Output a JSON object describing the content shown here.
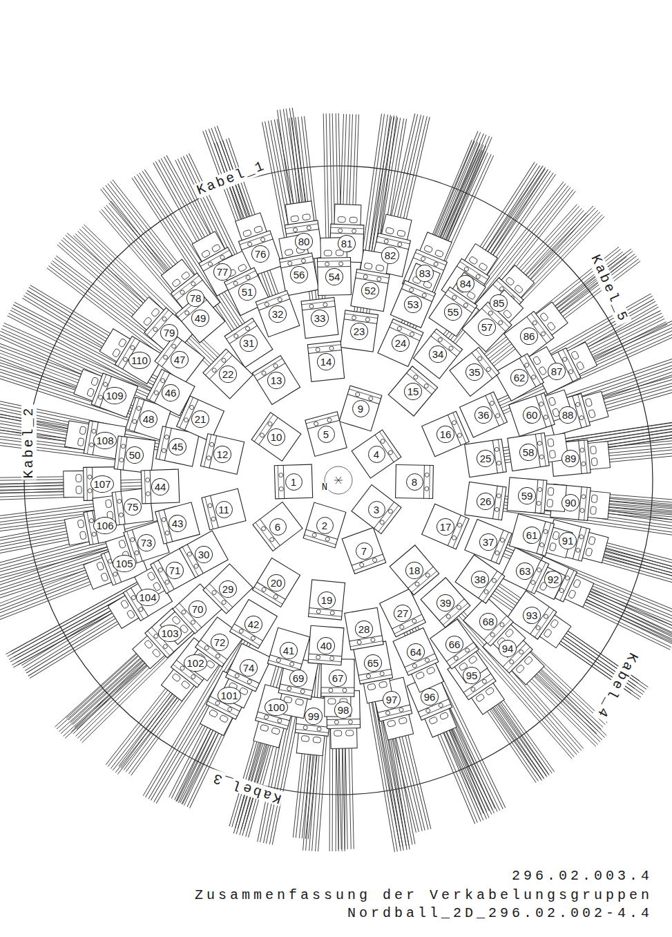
{
  "diagram": {
    "nodes": [
      {
        "text": [
          "1"
        ]
      },
      {
        "text": [
          "2"
        ]
      },
      {
        "text": [
          "3"
        ]
      },
      {
        "text": [
          "4"
        ]
      },
      {
        "text": [
          "5"
        ]
      },
      {
        "text": [
          "6"
        ]
      },
      {
        "text": [
          "7"
        ]
      },
      {
        "text": [
          "8"
        ]
      },
      {
        "text": [
          "9"
        ]
      },
      {
        "text": [
          "10"
        ]
      },
      {
        "text": [
          "11"
        ]
      },
      {
        "text": [
          "12"
        ]
      },
      {
        "text": [
          "13"
        ]
      },
      {
        "text": [
          "14"
        ]
      },
      {
        "text": [
          "15"
        ]
      },
      {
        "text": [
          "16"
        ]
      },
      {
        "text": [
          "17"
        ]
      },
      {
        "text": [
          "18"
        ]
      },
      {
        "text": [
          "19"
        ]
      },
      {
        "text": [
          "20"
        ]
      },
      {
        "text": [
          "21"
        ]
      },
      {
        "text": [
          "22"
        ]
      },
      {
        "text": [
          "23"
        ]
      },
      {
        "text": [
          "24"
        ]
      },
      {
        "text": [
          "25"
        ]
      },
      {
        "text": [
          "26"
        ]
      },
      {
        "text": [
          "27"
        ]
      },
      {
        "text": [
          "28"
        ]
      },
      {
        "text": [
          "29"
        ]
      },
      {
        "text": [
          "30"
        ]
      },
      {
        "text": [
          "31"
        ]
      },
      {
        "text": [
          "32"
        ]
      },
      {
        "text": [
          "33"
        ]
      },
      {
        "text": [
          "34"
        ]
      },
      {
        "text": [
          "35"
        ]
      },
      {
        "text": [
          "36"
        ]
      },
      {
        "text": [
          "37"
        ]
      },
      {
        "text": [
          "38"
        ]
      },
      {
        "text": [
          "39"
        ]
      },
      {
        "text": [
          "40"
        ]
      },
      {
        "text": [
          "41"
        ]
      },
      {
        "text": [
          "42"
        ]
      },
      {
        "text": [
          "43"
        ]
      },
      {
        "text": [
          "44"
        ]
      },
      {
        "text": [
          "45"
        ]
      },
      {
        "text": [
          "46"
        ]
      },
      {
        "text": [
          "47"
        ]
      },
      {
        "text": [
          "48"
        ]
      },
      {
        "text": [
          "49"
        ]
      },
      {
        "text": [
          "50"
        ]
      },
      {
        "text": [
          "51"
        ]
      },
      {
        "text": [
          "52"
        ]
      },
      {
        "text": [
          "53"
        ]
      },
      {
        "text": [
          "54"
        ]
      },
      {
        "text": [
          "55"
        ]
      },
      {
        "text": [
          "56"
        ]
      },
      {
        "text": [
          "57"
        ]
      },
      {
        "text": [
          "58"
        ]
      },
      {
        "text": [
          "59"
        ]
      },
      {
        "text": [
          "60"
        ]
      },
      {
        "text": [
          "61"
        ]
      },
      {
        "text": [
          "62"
        ]
      },
      {
        "text": [
          "63"
        ]
      },
      {
        "text": [
          "64"
        ]
      },
      {
        "text": [
          "65"
        ]
      },
      {
        "text": [
          "66"
        ]
      },
      {
        "text": [
          "67"
        ]
      },
      {
        "text": [
          "68"
        ]
      },
      {
        "text": [
          "69"
        ]
      },
      {
        "text": [
          "70"
        ]
      },
      {
        "text": [
          "71"
        ]
      },
      {
        "text": [
          "72"
        ]
      },
      {
        "text": [
          "73"
        ]
      },
      {
        "text": [
          "74"
        ]
      },
      {
        "text": [
          "75"
        ]
      },
      {
        "text": [
          "76"
        ]
      },
      {
        "text": [
          "77"
        ]
      },
      {
        "text": [
          "78"
        ]
      },
      {
        "text": [
          "79"
        ]
      },
      {
        "text": [
          "80"
        ]
      },
      {
        "text": [
          "81"
        ]
      },
      {
        "text": [
          "82"
        ]
      },
      {
        "text": [
          "83"
        ]
      },
      {
        "text": [
          "84"
        ]
      },
      {
        "text": [
          "85"
        ]
      },
      {
        "text": [
          "86"
        ]
      },
      {
        "text": [
          "87"
        ]
      },
      {
        "text": [
          "88"
        ]
      },
      {
        "text": [
          "89"
        ]
      },
      {
        "text": [
          "90"
        ]
      },
      {
        "text": [
          "91"
        ]
      },
      {
        "text": [
          "92"
        ]
      },
      {
        "text": [
          "93"
        ]
      },
      {
        "text": [
          "94"
        ]
      },
      {
        "text": [
          "95"
        ]
      },
      {
        "text": [
          "96"
        ]
      },
      {
        "text": [
          "97"
        ]
      },
      {
        "text": [
          "98"
        ]
      },
      {
        "text": [
          "99"
        ]
      },
      {
        "text": [
          "100"
        ]
      },
      {
        "text": [
          "101"
        ]
      },
      {
        "text": [
          "102"
        ]
      },
      {
        "text": [
          "103"
        ]
      },
      {
        "text": [
          "104"
        ]
      },
      {
        "text": [
          "105"
        ]
      },
      {
        "text": [
          "106"
        ]
      },
      {
        "text": [
          "107"
        ]
      },
      {
        "text": [
          "108"
        ]
      },
      {
        "text": [
          "109"
        ]
      },
      {
        "text": [
          "110"
        ]
      }
    ],
    "labels": [
      "Kabel_1",
      "Kabel_5",
      "Kabel_2",
      "Kabel_3",
      "Kabel_4",
      "N",
      "296.02.003.4",
      "Zusammenfassung der Verkabelungsgruppen",
      "Nordball_2D_296.02.002-4.4"
    ]
  }
}
